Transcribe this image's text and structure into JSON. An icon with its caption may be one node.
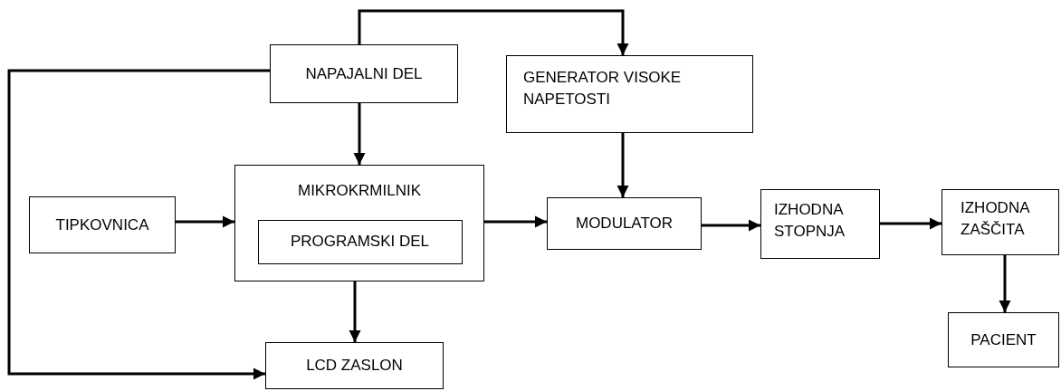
{
  "diagram": {
    "nodes": [
      {
        "text": [
          "NAPAJALNI DEL"
        ]
      },
      {
        "text": [
          "GENERATOR VISOKE NAPETOSTI"
        ]
      },
      {
        "text": [
          "TIPKOVNICA"
        ]
      },
      {
        "text": [
          "MIKROKRMILNIK"
        ]
      },
      {
        "text": [
          "PROGRAMSKI DEL"
        ],
        "in": 3
      },
      {
        "text": [
          "MODULATOR"
        ]
      },
      {
        "text": [
          "IZHODNA STOPNJA"
        ]
      },
      {
        "text": [
          "IZHODNA ZAŠČITA"
        ]
      },
      {
        "text": [
          "PACIENT"
        ]
      },
      {
        "text": [
          "LCD ZASLON"
        ]
      }
    ],
    "edges": [
      {
        "from": 0,
        "to": 1,
        "arrow": "to"
      },
      {
        "from": 0,
        "to": 9,
        "arrow": "to"
      },
      {
        "from": 0,
        "to": 3,
        "arrow": "to"
      },
      {
        "from": 2,
        "to": 3,
        "arrow": "to"
      },
      {
        "from": 3,
        "to": 5,
        "arrow": "to"
      },
      {
        "from": 3,
        "to": 9,
        "arrow": "to"
      },
      {
        "from": 1,
        "to": 5,
        "arrow": "to"
      },
      {
        "from": 5,
        "to": 6,
        "arrow": "to"
      },
      {
        "from": 6,
        "to": 7,
        "arrow": "to"
      },
      {
        "from": 7,
        "to": 8,
        "arrow": "to"
      }
    ]
  }
}
